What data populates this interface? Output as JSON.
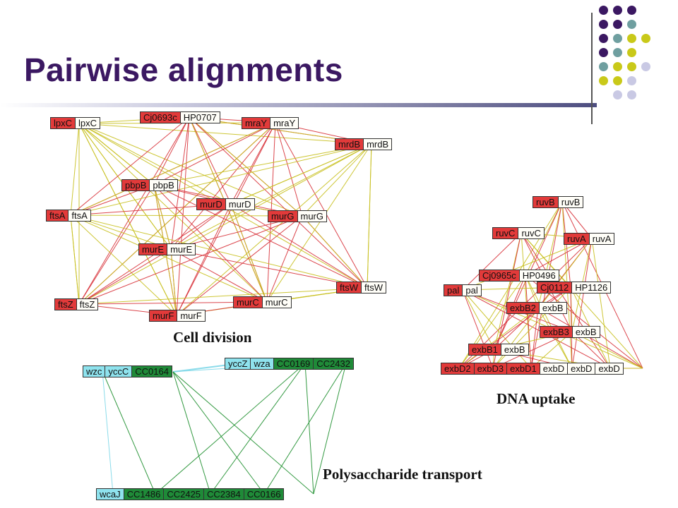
{
  "title": "Pairwise alignments",
  "captions": {
    "cell_division": "Cell division",
    "dna_uptake": "DNA uptake",
    "polysaccharide": "Polysaccharide transport"
  },
  "colors": {
    "title": "#3b1862",
    "red_edge": "#d8323a",
    "yellow_edge": "#c8c020",
    "green_edge": "#1e8f2e",
    "cyan_edge": "#7fd8e8",
    "dot_purple": "#3b1862",
    "dot_teal": "#6f9fa0",
    "dot_yellow": "#c9c919",
    "dot_lavender": "#c9c9e4"
  },
  "nodes": {
    "lpxC": [
      "lpxC",
      "lpxC"
    ],
    "cj0693c": [
      "Cj0693c",
      "HP0707"
    ],
    "mraY": [
      "mraY",
      "mraY"
    ],
    "mrdB": [
      "mrdB",
      "mrdB"
    ],
    "pbpB": [
      "pbpB",
      "pbpB"
    ],
    "murD": [
      "murD",
      "murD"
    ],
    "ftsA": [
      "ftsA",
      "ftsA"
    ],
    "murG": [
      "murG",
      "murG"
    ],
    "murE": [
      "murE",
      "murE"
    ],
    "ftsW": [
      "ftsW",
      "ftsW"
    ],
    "ftsZ": [
      "ftsZ",
      "ftsZ"
    ],
    "murC": [
      "murC",
      "murC"
    ],
    "murF": [
      "murF",
      "murF"
    ],
    "ruvB": [
      "ruvB",
      "ruvB"
    ],
    "ruvC": [
      "ruvC",
      "ruvC"
    ],
    "ruvA": [
      "ruvA",
      "ruvA"
    ],
    "cj0965c": [
      "Cj0965c",
      "HP0496"
    ],
    "pal": [
      "pal",
      "pal"
    ],
    "cj0112": [
      "Cj0112",
      "HP1126"
    ],
    "exbB2": [
      "exbB2",
      "exbB"
    ],
    "exbB3": [
      "exbB3",
      "exbB"
    ],
    "exbB1": [
      "exbB1",
      "exbB"
    ],
    "exbD": [
      "exbD2",
      "exbD3",
      "exbD1",
      "exbD",
      "exbD",
      "exbD"
    ],
    "wzc": [
      "wzc",
      "yccC",
      "CC0164"
    ],
    "yccZ": [
      "yccZ",
      "wza",
      "CC0169",
      "CC2432"
    ],
    "wcaJ": [
      "wcaJ",
      "CC1486",
      "CC2425",
      "CC2384",
      "CC0166"
    ]
  },
  "dot_grid": [
    [
      "purple",
      "purple",
      "purple",
      null
    ],
    [
      "purple",
      "purple",
      "teal",
      null
    ],
    [
      "purple",
      "teal",
      "yellow",
      "yellow"
    ],
    [
      "purple",
      "teal",
      "yellow",
      null
    ],
    [
      "teal",
      "yellow",
      "yellow",
      "lavender"
    ],
    [
      "yellow",
      "yellow",
      "lavender",
      null
    ],
    [
      null,
      "lavender",
      "lavender",
      null
    ]
  ]
}
